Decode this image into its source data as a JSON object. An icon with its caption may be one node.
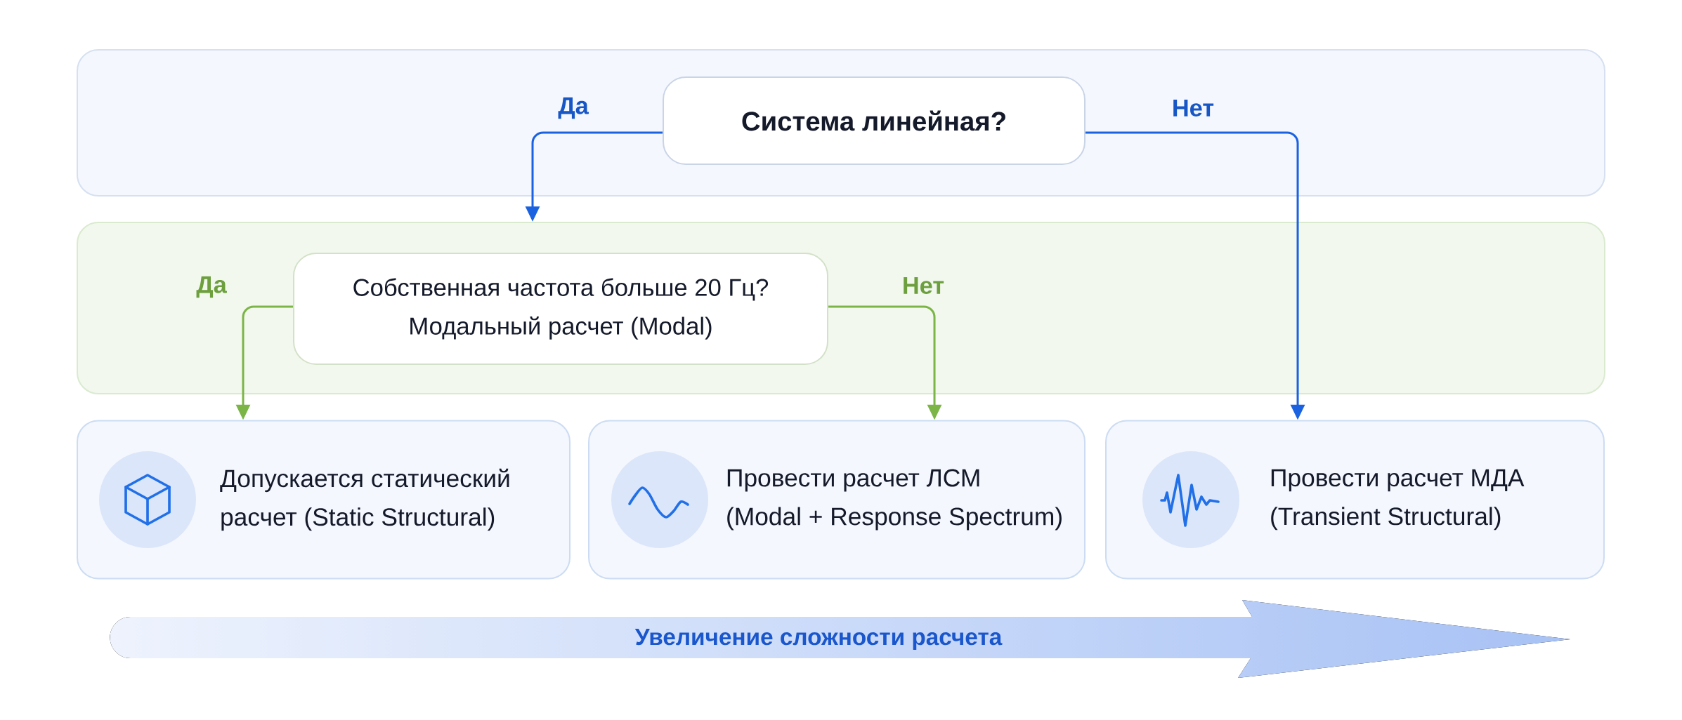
{
  "diagram": {
    "nodes": [
      {
        "text": [],
        "shape": "box"
      },
      {
        "text": [
          "Система линейная?"
        ],
        "in": 0
      },
      {
        "text": [],
        "shape": "box"
      },
      {
        "text": [
          "Собственная частота больше 20 Гц?",
          "Модальный расчет (Modal)"
        ],
        "in": 2
      },
      {
        "text": [
          "Допускается статический расчет (Static Structural)"
        ]
      },
      {
        "text": [
          "Провести расчет ЛСМ (Modal + Response Spectrum)"
        ]
      },
      {
        "text": [
          "Провести расчет МДА (Transient Structural)"
        ]
      },
      {
        "text": [
          "Увеличение сложности расчета"
        ]
      }
    ],
    "edges": [
      {
        "from": 1,
        "to": 2,
        "arrow": "to",
        "label": "Да"
      },
      {
        "from": 1,
        "to": 6,
        "arrow": "to",
        "label": "Нет"
      },
      {
        "from": 3,
        "to": 4,
        "arrow": "to",
        "label": "Да",
        "color": "#7cb547"
      },
      {
        "from": 3,
        "to": 5,
        "arrow": "to",
        "label": "Нет",
        "color": "#7cb547"
      }
    ]
  }
}
